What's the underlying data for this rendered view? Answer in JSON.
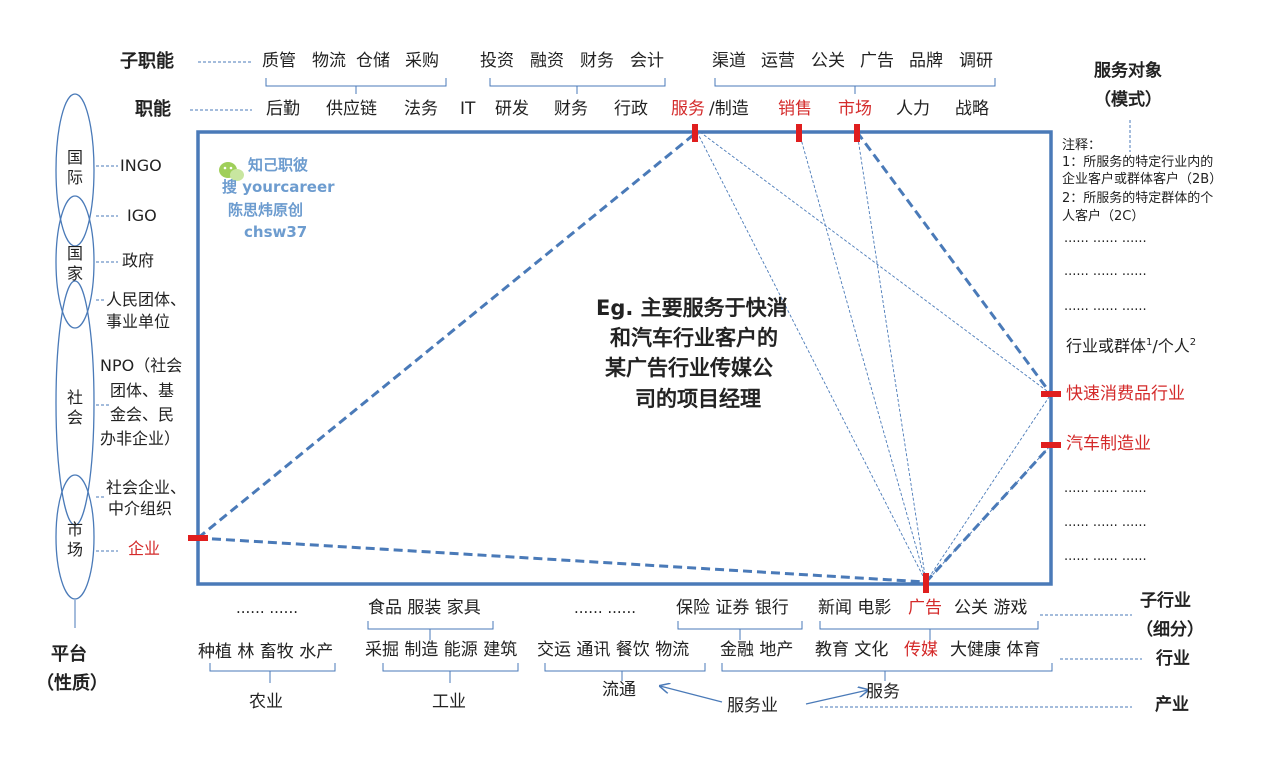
{
  "sub_function": {
    "label": "子职能",
    "group1": [
      "质管",
      "物流",
      "仓储",
      "采购"
    ],
    "group2": [
      "投资",
      "融资",
      "财务",
      "会计"
    ],
    "group3": [
      "渠道",
      "运营",
      "公关",
      "广告",
      "品牌",
      "调研"
    ]
  },
  "function": {
    "label": "职能",
    "items": [
      "后勤",
      "供应链",
      "法务",
      "IT",
      "研发",
      "财务",
      "行政",
      "服务",
      "/制造",
      "销售",
      "市场",
      "人力",
      "战略"
    ]
  },
  "service_target": {
    "title_line1": "服务对象",
    "title_line2": "（模式）",
    "note_title": "注释：",
    "note_1a": "1：所服务的特定行业内的",
    "note_1b": "企业客户或群体客户（2B）",
    "note_2a": "2：所服务的特定群体的个",
    "note_2b": "人客户（2C）",
    "dots": "......  ......  ......",
    "industry_or_group": "行业或群体",
    "sup1": "1",
    "individual": "/个人",
    "sup2": "2",
    "fmcg": "快速消费品行业",
    "auto": "汽车制造业"
  },
  "platform": {
    "intl": "国际",
    "national": "国家",
    "society": "社会",
    "market": "市场",
    "ingo": "INGO",
    "igo": "IGO",
    "government": "政府",
    "people_org_1": "人民团体、",
    "people_org_2": "事业单位",
    "npo_1": "NPO（社会",
    "npo_2": "团体、基",
    "npo_3": "金会、民",
    "npo_4": "办非企业）",
    "social_ent_1": "社会企业、",
    "social_ent_2": "中介组织",
    "enterprise": "企业",
    "label_1": "平台",
    "label_2": "（性质）"
  },
  "watermark": {
    "line1": "知己职彼",
    "line2": "搜 yourcareer",
    "line3": "陈思炜原创",
    "line4": "chsw37"
  },
  "example": {
    "line1": "Eg. 主要服务于快消",
    "line2": "和汽车行业客户的",
    "line3": "某广告行业传媒公",
    "line4": "司的项目经理"
  },
  "sub_industry": {
    "label_1": "子行业",
    "label_2": "（细分）",
    "dots1": "......  ......",
    "group_consumer": "食品 服装 家具",
    "dots2": "...... ......",
    "group_finance": "保险 证券 银行",
    "media_pre": "新闻 电影",
    "media_ad": "广告",
    "media_post": "公关 游戏"
  },
  "industry": {
    "label": "行业",
    "agriculture": "种植 林 畜牧 水产",
    "industrial": "采掘 制造 能源 建筑",
    "circulation": "交运 通讯 餐饮 物流",
    "finance": "金融 地产",
    "services_pre": "教育 文化",
    "media": "传媒",
    "services_post": "大健康 体育"
  },
  "sector": {
    "label": "产业",
    "agriculture": "农业",
    "industry": "工业",
    "circulation": "流通",
    "services": "服务",
    "service_industry": "服务业"
  },
  "colors": {
    "frame": "#4a7ab8",
    "accent": "#d42a2a",
    "watermark": "#6d9ccf"
  }
}
